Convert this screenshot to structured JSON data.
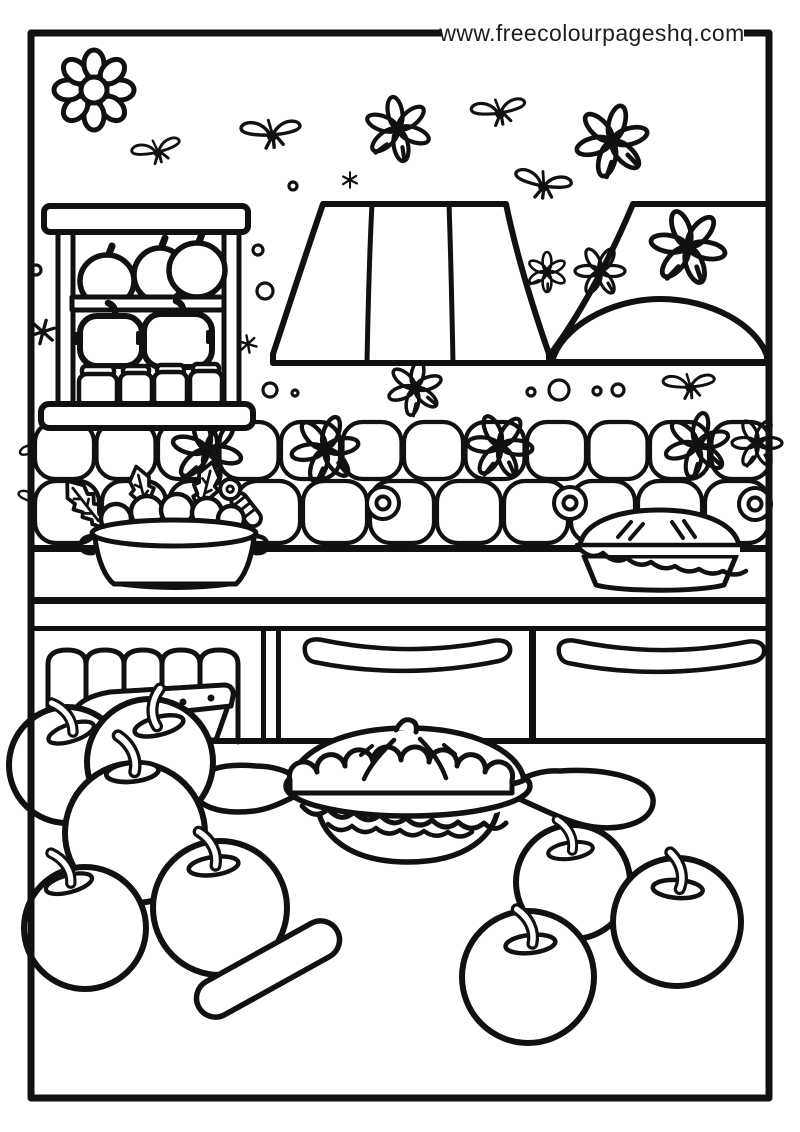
{
  "watermark": {
    "text": "www.freecolourpageshq.com"
  },
  "palette": {
    "background": "#ffffff",
    "line_art": "#111111",
    "watermark_text": "#1e1e1e"
  },
  "scene": {
    "description": "Black-and-white kitchen coloring page: shelf with apples and jars, curtains, tiled backsplash, bowl of apples, baked pies, cabinets, apple pile, pie pan with handles, rolling pin",
    "objects": [
      "daisy-flower",
      "flying-insects",
      "flower-doodles",
      "wall-shelf",
      "curtains",
      "tile-backsplash",
      "fruit-bowl",
      "counter-pie",
      "kitchen-cabinets",
      "metal-tub",
      "apple-pile",
      "foreground-pie",
      "apple-trio",
      "rolling-pin"
    ]
  }
}
